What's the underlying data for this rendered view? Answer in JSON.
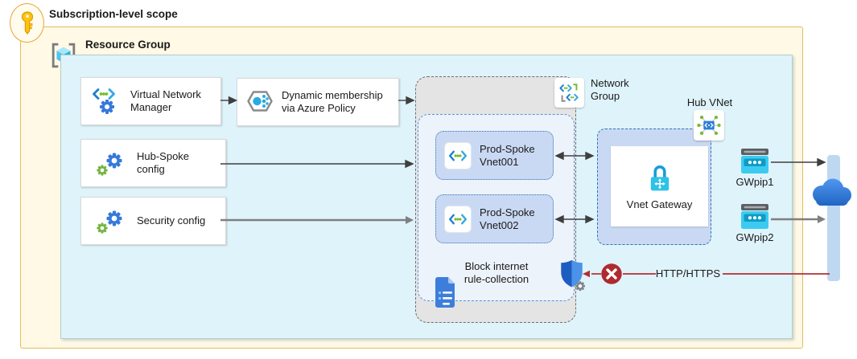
{
  "subscription": {
    "title": "Subscription-level scope"
  },
  "resource_group": {
    "title": "Resource Group"
  },
  "config_boxes": {
    "vnm": {
      "line1": "Virtual Network",
      "line2": "Manager"
    },
    "policy": {
      "line1": "Dynamic membership",
      "line2": "via Azure Policy"
    },
    "hubspoke": {
      "line1": "Hub-Spoke",
      "line2": "config"
    },
    "security": {
      "line1": "Security config"
    }
  },
  "network_group": {
    "line1": "Network",
    "line2": "Group"
  },
  "spokes": [
    {
      "line1": "Prod-Spoke",
      "line2": "Vnet001"
    },
    {
      "line1": "Prod-Spoke",
      "line2": "Vnet002"
    }
  ],
  "rule_collection": {
    "line1": "Block internet",
    "line2": "rule-collection"
  },
  "hub": {
    "label": "Hub VNet",
    "gateway_label": "Vnet Gateway"
  },
  "public_ips": [
    {
      "label": "GWpip1"
    },
    {
      "label": "GWpip2"
    }
  ],
  "blocked_traffic": {
    "label": "HTTP/HTTPS"
  },
  "colors": {
    "scope-bg": "#FFF9E5",
    "scope-border": "#E4BC5E",
    "rg-bg": "#DFF3FB",
    "group-bg": "#E4E4E4",
    "spoke-bg": "#CAD9F3",
    "spoke-border": "#2E75B6",
    "blocked-red": "#B03034"
  }
}
